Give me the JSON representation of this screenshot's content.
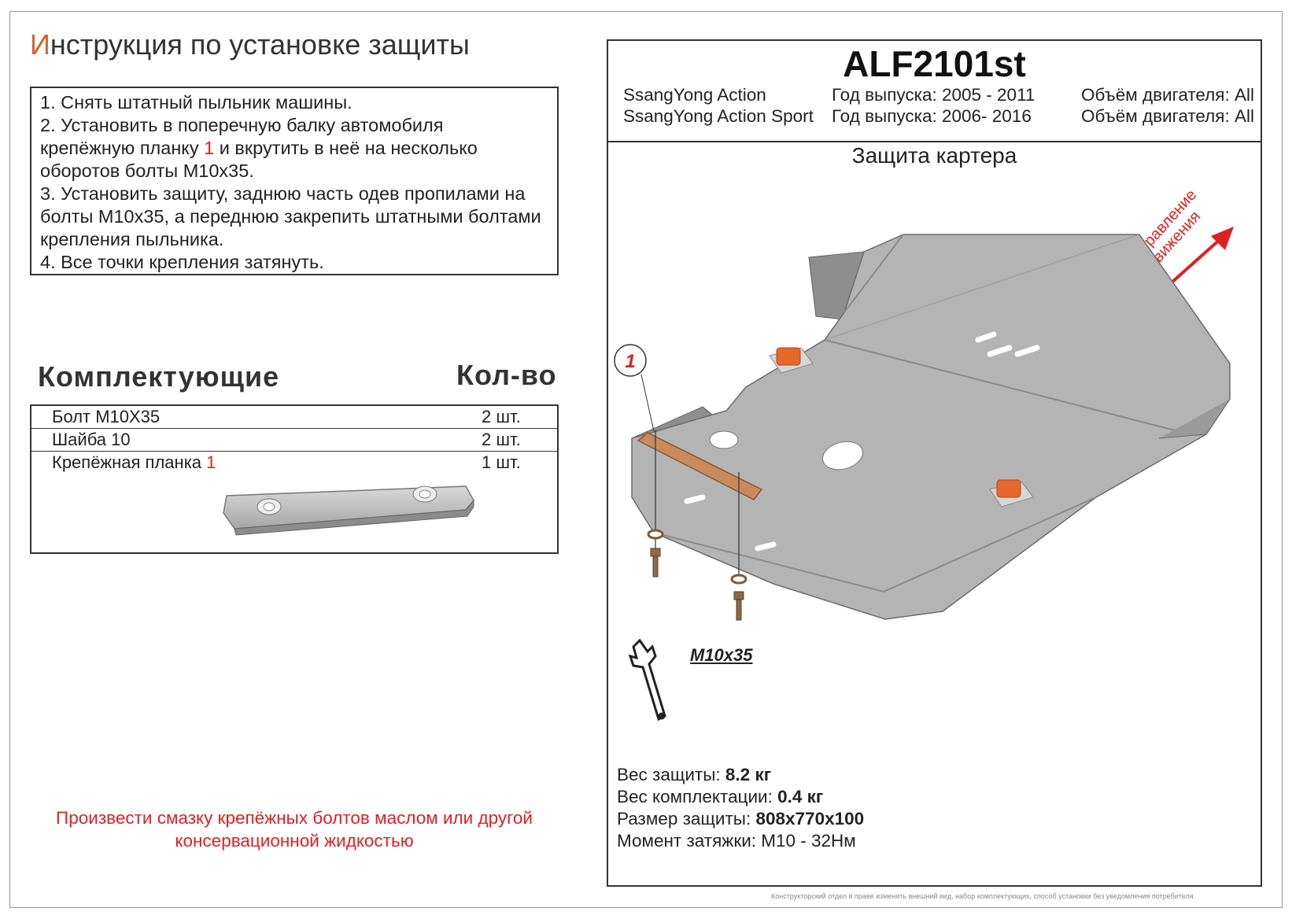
{
  "title": {
    "first_letter": "И",
    "rest": "нструкция по установке защиты"
  },
  "steps": [
    {
      "text": "1.  Снять штатный пыльник машины."
    },
    {
      "a": "2.  Установить в поперечную балку автомобиля",
      "b": "крепёжную планку ",
      "num": "1",
      "c": " и вкрутить в неё на несколько",
      "d": "оборотов болты М10х35."
    },
    {
      "a": "3.  Установить защиту, заднюю часть одев пропилами на",
      "b": "болты М10х35, а переднюю закрепить штатными болтами",
      "c": "крепления пыльника."
    },
    {
      "text": "4.  Все точки крепления затянуть."
    }
  ],
  "parts_header": {
    "left": "Комплектующие",
    "right": "Кол-во"
  },
  "parts": [
    {
      "name": "Болт М10Х35",
      "qty": "2 шт."
    },
    {
      "name": "Шайба 10",
      "qty": "2 шт."
    },
    {
      "name": "Крепёжная планка ",
      "num": "1",
      "qty": "1 шт."
    }
  ],
  "warning": {
    "line1": "Произвести смазку крепёжных болтов маслом или другой",
    "line2": "консервационной жидкостью"
  },
  "product": {
    "code": "ALF2101st",
    "vehicles": [
      {
        "model": "SsangYong Action",
        "year": "Год выпуска: 2005 - 2011",
        "engine": "Объём двигателя: All"
      },
      {
        "model": "SsangYong Action Sport",
        "year": "Год выпуска: 2006- 2016",
        "engine": "Объём двигателя: All"
      }
    ],
    "subtitle": "Защита картера",
    "direction": {
      "line1": "Направление",
      "line2": "движения"
    },
    "callout_num": "1",
    "bolt_label": "M10x35"
  },
  "specs": [
    {
      "label": "Вес защиты: ",
      "value": "8.2 кг"
    },
    {
      "label": "Вес комплектации: ",
      "value": "0.4 кг"
    },
    {
      "label": "Размер защиты: ",
      "value": "808х770х100"
    },
    {
      "label": "Момент затяжки:  ",
      "value": "М10 - 32Нм",
      "plain": true
    }
  ],
  "footer": "Конструкторский отдел в праве изменять внешний вид, набор комплектующих, способ установки без уведомления потребителя.",
  "colors": {
    "accent": "#d4632c",
    "red": "#e02020",
    "plate": "#c98a5e",
    "plug": "#e5672a",
    "shield": "#b4b4b4"
  }
}
